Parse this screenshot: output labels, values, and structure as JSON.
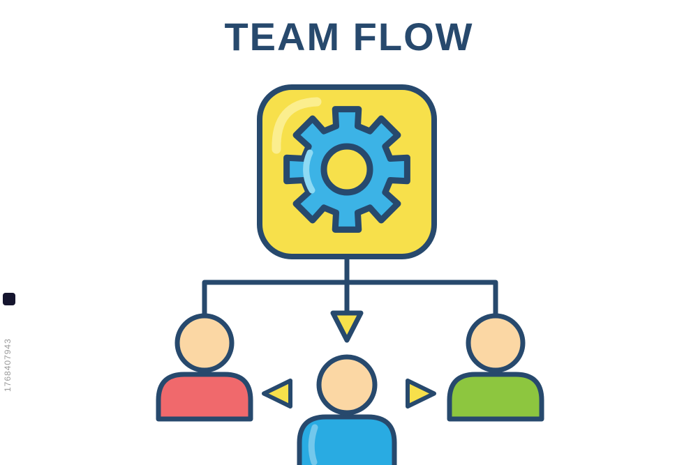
{
  "title": "TEAM FLOW",
  "watermark": {
    "number": "1768407943"
  },
  "colors": {
    "background": "#FFFFFF",
    "outline": "#27496D",
    "title_text": "#27496D",
    "panel_yellow": "#F7E04B",
    "panel_highlight": "#FBEE8E",
    "gear_blue": "#3CB3E6",
    "gear_highlight": "#8EDAF4",
    "skin": "#FBD7A4",
    "shirt_red": "#F0696C",
    "shirt_green": "#8DC63F",
    "shirt_blue": "#29ABE2",
    "arrow_yellow": "#F7E04B",
    "watermark_gray": "#9A9A9A"
  },
  "diagram": {
    "type": "flowchart",
    "nodes": [
      {
        "id": "process",
        "icon": "gear-icon",
        "shape": "rounded-square",
        "fill": "#F7E04B"
      },
      {
        "id": "member-left",
        "icon": "person-icon",
        "shirt_fill": "#F0696C"
      },
      {
        "id": "member-center",
        "icon": "person-icon",
        "shirt_fill": "#29ABE2"
      },
      {
        "id": "member-right",
        "icon": "person-icon",
        "shirt_fill": "#8DC63F"
      }
    ],
    "edges": [
      {
        "from": "process",
        "to": "member-left",
        "arrow": "none"
      },
      {
        "from": "process",
        "to": "member-center",
        "arrow": "down"
      },
      {
        "from": "process",
        "to": "member-right",
        "arrow": "none"
      },
      {
        "from": "member-center",
        "to": "member-left",
        "arrow": "left"
      },
      {
        "from": "member-center",
        "to": "member-right",
        "arrow": "right"
      }
    ]
  }
}
